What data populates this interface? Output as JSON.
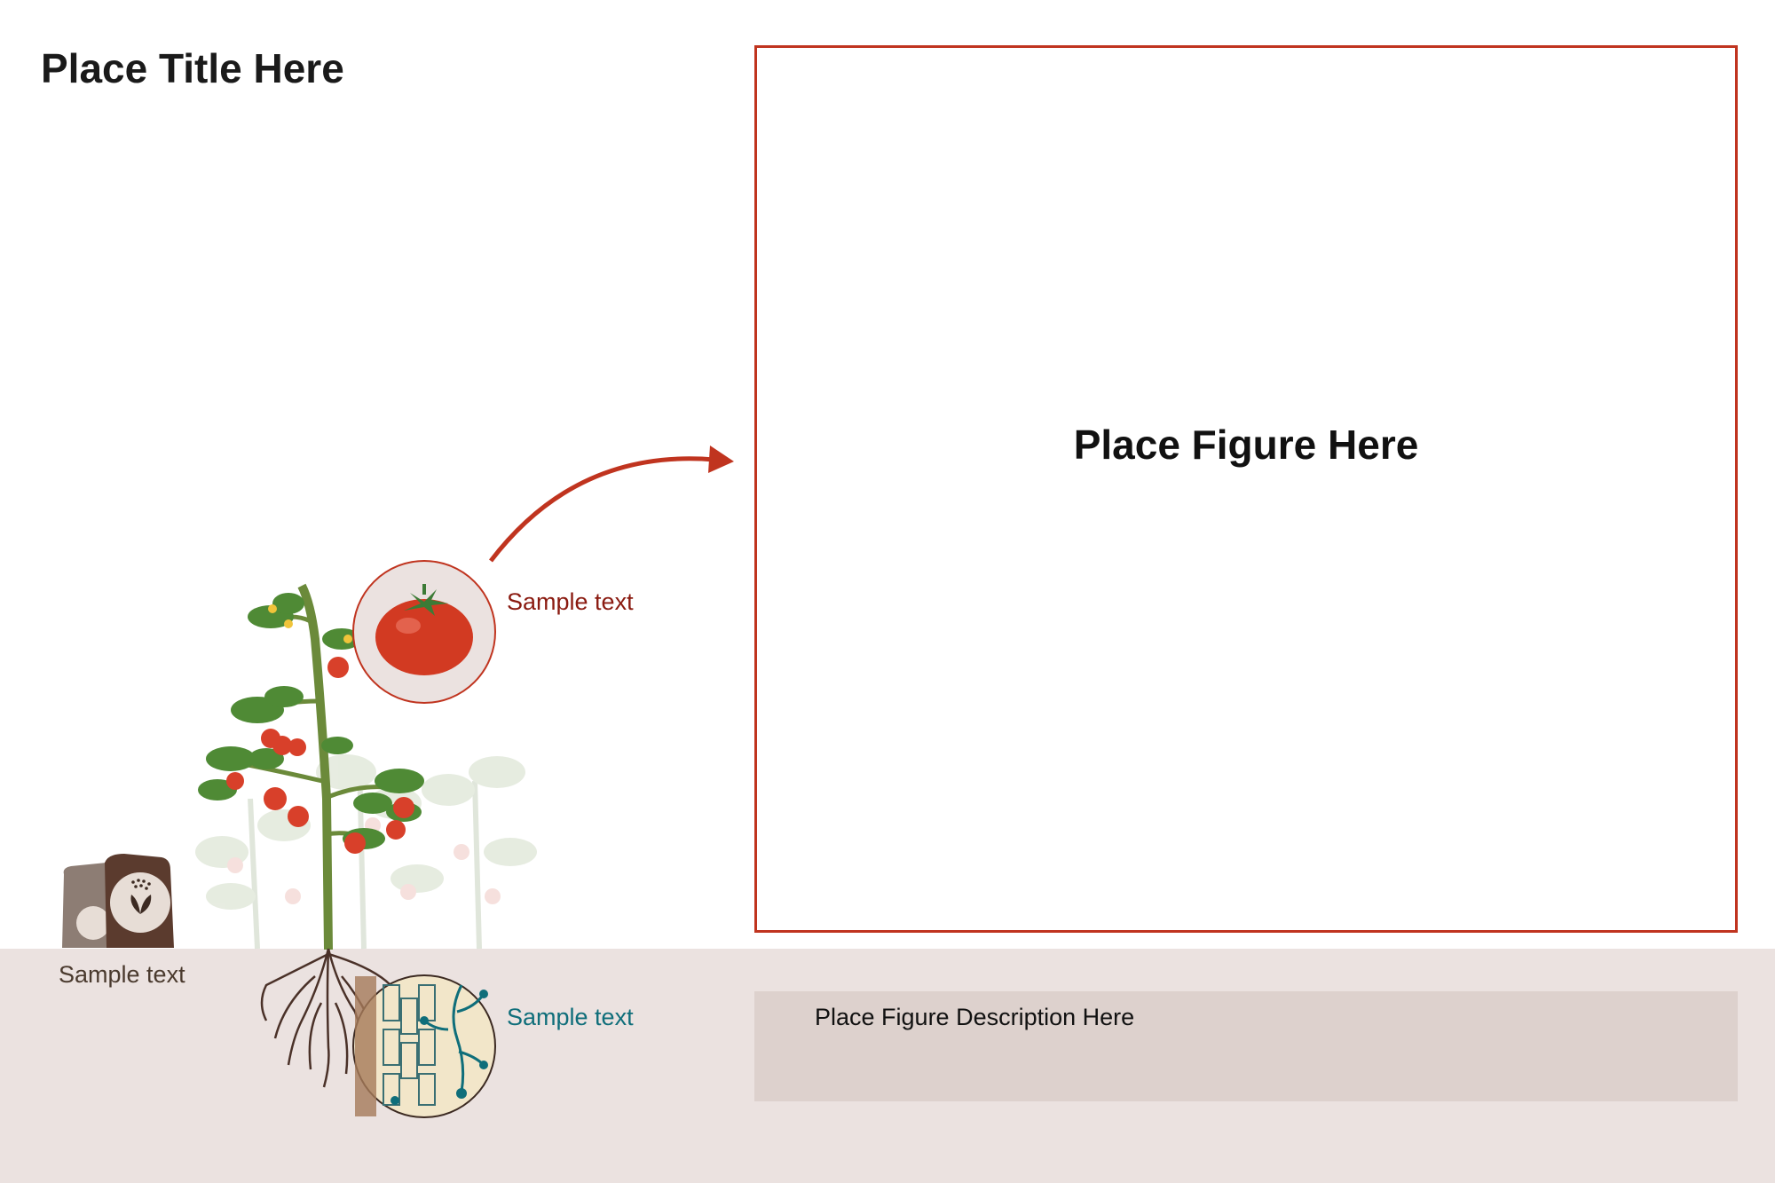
{
  "title": "Place Title Here",
  "figure": {
    "label": "Place Figure Here"
  },
  "description": {
    "label": "Place Figure Description Here"
  },
  "labels": {
    "tomato": "Sample text",
    "roots": "Sample text",
    "fertilizer": "Sample text"
  },
  "colors": {
    "accent": "#c0341f",
    "ground": "#ebe2e0",
    "description_bg": "#ddd1cd",
    "tomato_label": "#8a1a10",
    "root_label": "#0f6e7a"
  },
  "icons": [
    "fertilizer-bag-icon",
    "tomato-plant-icon",
    "tomato-callout-icon",
    "root-cells-callout-icon",
    "arrow-icon"
  ]
}
